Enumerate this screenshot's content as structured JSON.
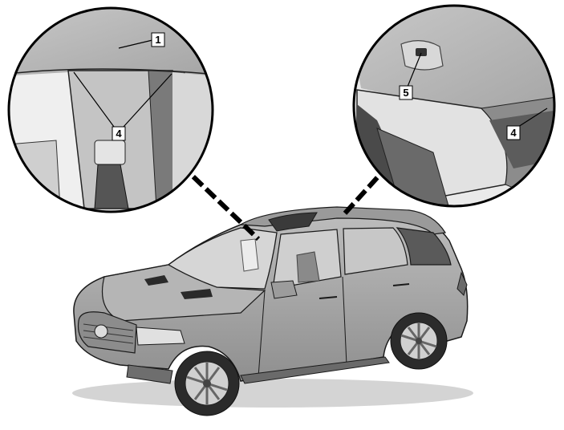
{
  "callouts": {
    "c1": "1",
    "c4_left": "4",
    "c4_right": "4",
    "c5": "5"
  },
  "colors": {
    "body": "#a9a9a9",
    "body_dark": "#7d7d7d",
    "glass": "#d9d9d9",
    "outline": "#1a1a1a",
    "headliner": "#b8b8b8"
  }
}
